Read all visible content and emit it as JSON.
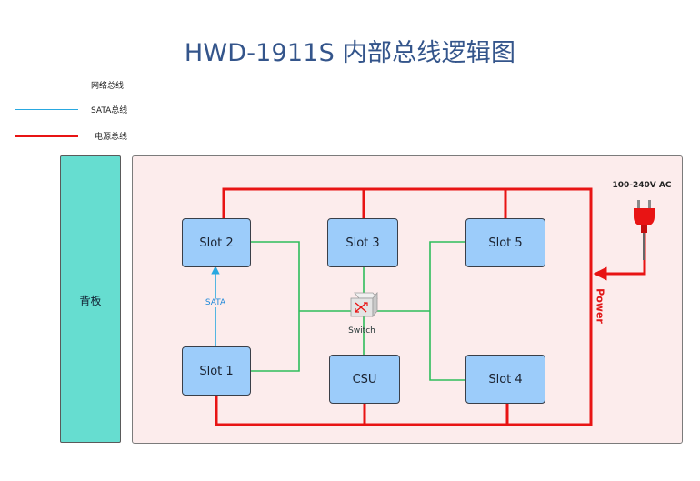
{
  "title": "HWD-1911S 内部总线逻辑图",
  "legend": [
    {
      "label": "网络总线",
      "color": "#2ebd5b",
      "width": 1.6
    },
    {
      "label": "SATA总线",
      "color": "#29a8e0",
      "width": 1.6
    },
    {
      "label": "电源总线",
      "color": "#e81414",
      "width": 3
    }
  ],
  "backplane": {
    "label": "背板",
    "color": "#66ddd0"
  },
  "slots": {
    "slot2": "Slot 2",
    "slot3": "Slot 3",
    "slot5": "Slot 5",
    "slot1": "Slot 1",
    "csu": "CSU",
    "slot4": "Slot 4"
  },
  "switch": {
    "label": "Switch",
    "icon": "switch-icon"
  },
  "sata_label": "SATA",
  "power_label": "Power",
  "power_input": {
    "label": "100-240V AC",
    "icon": "power-plug-icon"
  },
  "colors": {
    "network": "#2ebd5b",
    "sata": "#29a8e0",
    "power": "#e81414",
    "board_bg": "#fcecec",
    "slot_fill": "#9cccfa",
    "title": "#34558b"
  }
}
